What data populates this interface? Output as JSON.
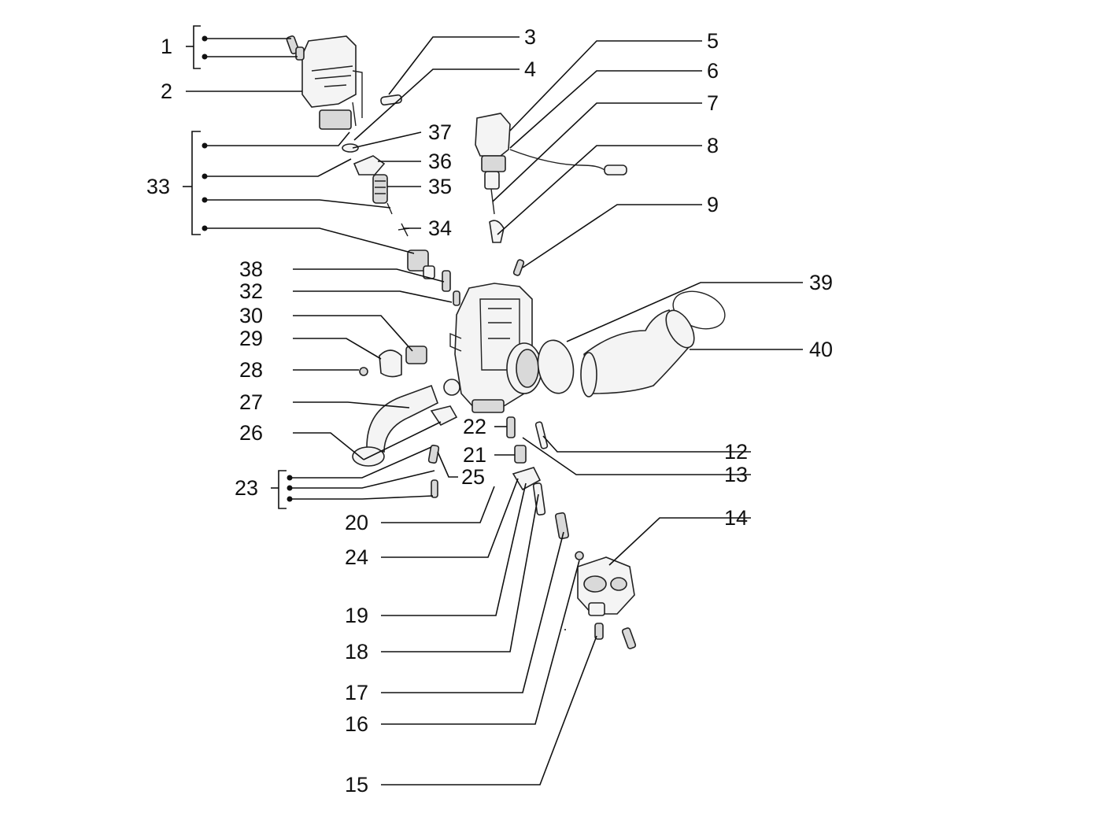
{
  "labels": {
    "l1": "1",
    "l2": "2",
    "l3": "3",
    "l4": "4",
    "l5": "5",
    "l6": "6",
    "l7": "7",
    "l8": "8",
    "l9": "9",
    "l12": "12",
    "l13": "13",
    "l14": "14",
    "l15": "15",
    "l16": "16",
    "l17": "17",
    "l18": "18",
    "l19": "19",
    "l20": "20",
    "l21": "21",
    "l22": "22",
    "l23": "23",
    "l24": "24",
    "l25": "25",
    "l26": "26",
    "l27": "27",
    "l28": "28",
    "l29": "29",
    "l30": "30",
    "l32": "32",
    "l33": "33",
    "l34": "34",
    "l35": "35",
    "l36": "36",
    "l37": "37",
    "l38": "38",
    "l39": "39",
    "l40": "40"
  },
  "colors": {
    "ink": "#111111",
    "paper": "#ffffff"
  }
}
